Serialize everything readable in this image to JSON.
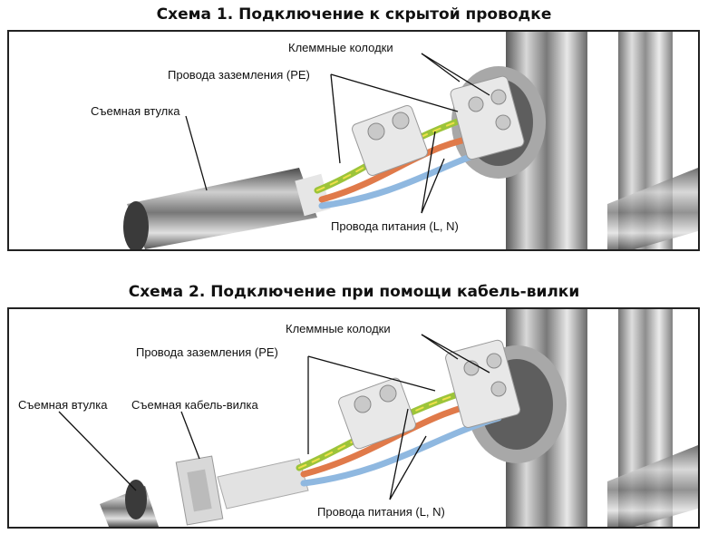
{
  "scheme1": {
    "title": "Схема 1. Подключение к скрытой проводке",
    "labels": {
      "terminal_blocks": "Клеммные колодки",
      "ground_wires": "Провода заземления (PE)",
      "sleeve": "Съемная втулка",
      "power_wires": "Провода питания (L, N)"
    }
  },
  "scheme2": {
    "title": "Схема 2. Подключение при помощи кабель-вилки",
    "labels": {
      "terminal_blocks": "Клеммные колодки",
      "ground_wires": "Провода заземления (PE)",
      "sleeve": "Съемная втулка",
      "plug": "Съемная кабель-вилка",
      "power_wires": "Провода питания (L, N)"
    }
  },
  "colors": {
    "ground_wire": "#9cc43a",
    "ground_stripe": "#f0e04a",
    "phase_wire": "#e07a4a",
    "neutral_wire": "#8fb8e0",
    "terminal": "#e8e8e8",
    "metal": "#8a8a8a"
  }
}
